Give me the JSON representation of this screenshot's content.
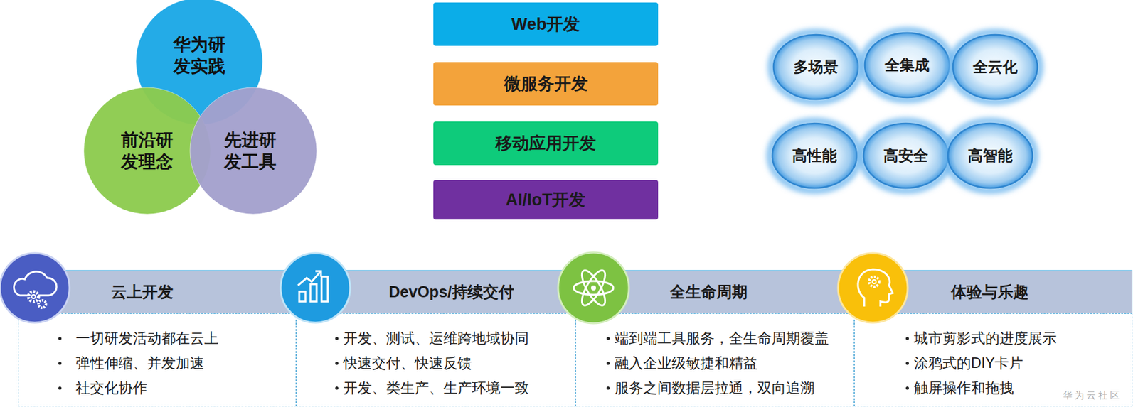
{
  "diagram": {
    "nodes": [
      {
        "text": [
          "华为研 发实践"
        ]
      },
      {
        "text": [
          "前沿研 发理念"
        ]
      },
      {
        "text": [
          "先进研 发工具"
        ]
      },
      {
        "text": [
          "Web开发"
        ]
      },
      {
        "text": [
          "微服务开发"
        ]
      },
      {
        "text": [
          "移动应用开发"
        ]
      },
      {
        "text": [
          "AI/IoT开发"
        ]
      },
      {
        "text": [
          "多场景"
        ]
      },
      {
        "text": [
          "全集成"
        ]
      },
      {
        "text": [
          "全云化"
        ]
      },
      {
        "text": [
          "高性能"
        ]
      },
      {
        "text": [
          "高安全"
        ]
      },
      {
        "text": [
          "高智能"
        ]
      },
      {
        "text": [
          "云上开发",
          "一切研发活动都在云上",
          "弹性伸缩、并发加速",
          "社交化协作"
        ]
      },
      {
        "text": [
          "DevOps/持续交付",
          "开发、测试、运维跨地域协同",
          "快速交付、快速反馈",
          "开发、类生产、生产环境一致"
        ]
      },
      {
        "text": [
          "全生命周期",
          "端到端工具服务，全生命周期覆盖",
          "融入企业级敏捷和精益",
          "服务之间数据层拉通，双向追溯"
        ]
      },
      {
        "text": [
          "体验与乐趣",
          "城市剪影式的进度展示",
          "涂鸦式的DIY卡片",
          "触屏操作和拖拽"
        ]
      }
    ],
    "labels": [
      "华为云社区"
    ]
  }
}
